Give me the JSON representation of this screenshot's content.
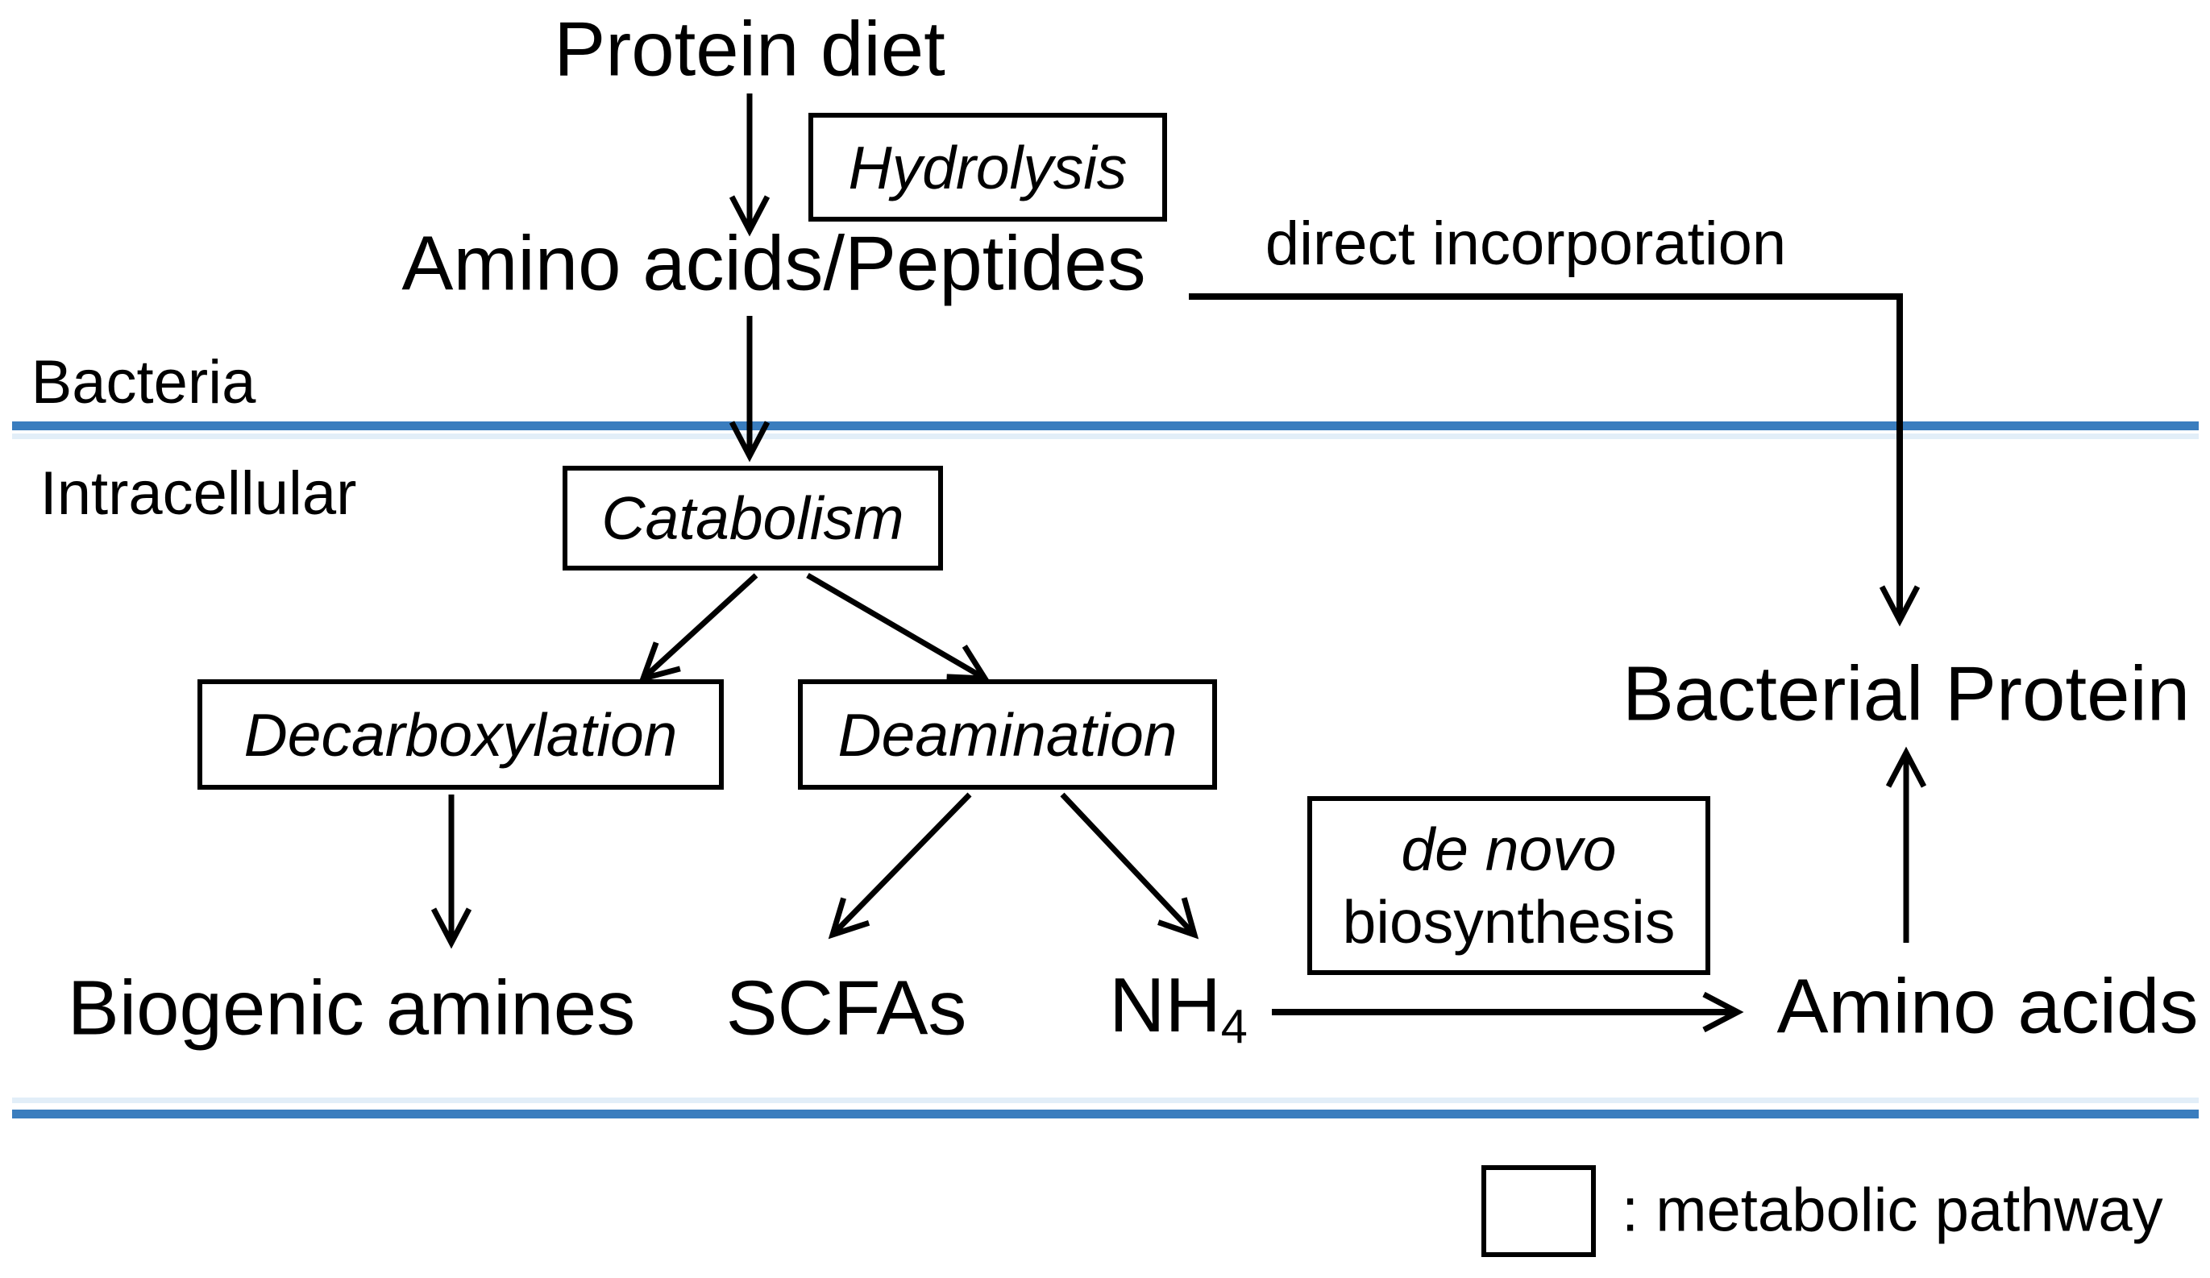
{
  "diagram": {
    "kind": "metabolic-pathway-flowchart",
    "nodes": {
      "protein_diet": "Protein diet",
      "amino_acids_peptides": "Amino acids/Peptides",
      "biogenic_amines": "Biogenic amines",
      "scfas": "SCFAs",
      "nh4_base": "NH",
      "nh4_subscript": "4",
      "amino_acids": "Amino acids",
      "bacterial_protein": "Bacterial Protein"
    },
    "pathway_boxes": {
      "hydrolysis": "Hydrolysis",
      "catabolism": "Catabolism",
      "decarboxylation": "Decarboxylation",
      "deamination": "Deamination",
      "de_novo_line1": "de novo",
      "de_novo_line2": "biosynthesis"
    },
    "region_labels": {
      "bacteria": "Bacteria",
      "intracellular": "Intracellular"
    },
    "edge_labels": {
      "direct_incorporation": "direct incorporation"
    },
    "legend": {
      "symbol": "empty-box",
      "label": ": metabolic pathway"
    },
    "colors": {
      "membrane_blue": "#3a7dbe",
      "membrane_highlight": "#ddebf7",
      "line_black": "#000000"
    }
  }
}
